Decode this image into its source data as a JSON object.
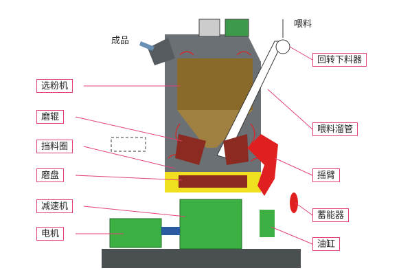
{
  "labels": {
    "product": "成品",
    "feed": "喂料",
    "rotary_feeder": "回转下料器",
    "separator": "选粉机",
    "roller": "磨辊",
    "feed_chute": "喂料溜管",
    "dam_ring": "挡料圈",
    "rocker_arm": "摇臂",
    "grinding_table": "磨盘",
    "accumulator": "蓄能器",
    "gearbox": "减速机",
    "motor": "电机",
    "hydraulic_cylinder": "油缸"
  },
  "colors": {
    "leader": "#e0407a",
    "body": "#5a5f63",
    "separator": "#8a6a2a",
    "table": "#f0e020",
    "arm": "#e02020",
    "motor": "#3cb043"
  }
}
